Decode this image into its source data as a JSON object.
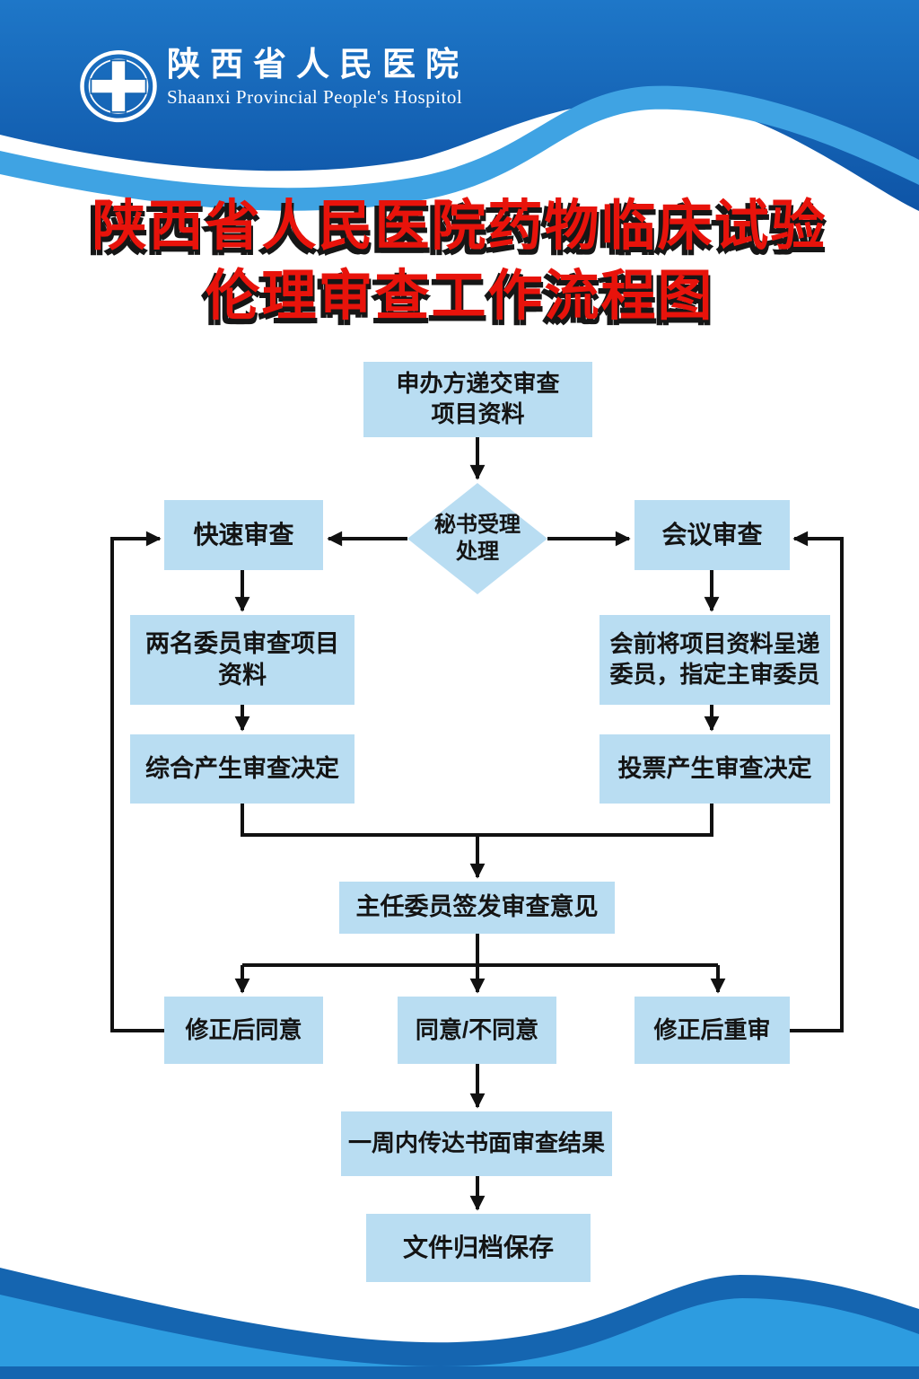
{
  "poster": {
    "header": {
      "logo": "hospital-cross-logo",
      "hospital_name_zh": "陕西省人民医院",
      "hospital_name_en": "Shaanxi Provincial People's Hospitol"
    },
    "title": {
      "line1": "陕西省人民医院药物临床试验",
      "line2": "伦理审查工作流程图"
    },
    "flowchart": {
      "nodes": {
        "submit": {
          "label": "申办方递交审查\n项目资料",
          "shape": "rect"
        },
        "secretary": {
          "label": "秘书受理\n处理",
          "shape": "diamond"
        },
        "fast_review": {
          "label": "快速审查",
          "shape": "rect"
        },
        "meeting_review": {
          "label": "会议审查",
          "shape": "rect"
        },
        "two_members": {
          "label": "两名委员审查项目\n资料",
          "shape": "rect"
        },
        "pre_meeting": {
          "label": "会前将项目资料呈递\n委员，指定主审委员",
          "shape": "rect"
        },
        "comprehensive_decision": {
          "label": "综合产生审查决定",
          "shape": "rect"
        },
        "vote_decision": {
          "label": "投票产生审查决定",
          "shape": "rect"
        },
        "chairman_sign": {
          "label": "主任委员签发审查意见",
          "shape": "rect"
        },
        "approve_after_revision": {
          "label": "修正后同意",
          "shape": "rect"
        },
        "agree_or_not": {
          "label": "同意/不同意",
          "shape": "rect"
        },
        "re_review_after_revision": {
          "label": "修正后重审",
          "shape": "rect"
        },
        "notify_result": {
          "label": "一周内传达书面审查结果",
          "shape": "rect"
        },
        "archive": {
          "label": "文件归档保存",
          "shape": "rect"
        }
      }
    },
    "colors": {
      "header_blue": "#1565b2",
      "accent_light_blue": "#3fa3e3",
      "bottom_wave_blue": "#2d9ce0",
      "node_fill": "#b9ddf2",
      "title_red": "#e8130b",
      "connector_black": "#111111"
    }
  }
}
